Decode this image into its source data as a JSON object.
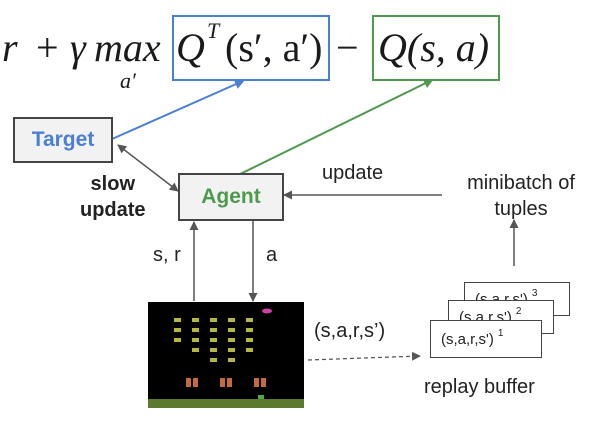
{
  "equation": {
    "reward": "r",
    "plus": "+",
    "gamma": "γ",
    "max": "max",
    "max_sub": "a′",
    "target_q": "Q",
    "target_q_sup": "T",
    "target_q_args": "(s′, a′)",
    "minus": "−",
    "agent_q": "Q(s, a)",
    "target_box_color": "#4a7fd6",
    "agent_box_color": "#4d9a4d"
  },
  "nodes": {
    "target": {
      "label": "Target",
      "color": "#4a7fd6"
    },
    "agent": {
      "label": "Agent",
      "color": "#4d9a4d"
    }
  },
  "labels": {
    "slow_update_line1": "slow",
    "slow_update_line2": "update",
    "update": "update",
    "minibatch_line1": "minibatch of",
    "minibatch_line2": "tuples",
    "state_reward": "s, r",
    "action": "a",
    "transition": "(s,a,r,s’)",
    "replay_buffer": "replay buffer"
  },
  "replay_buffer": {
    "tuples": [
      {
        "text": "(s,a,r,s')",
        "index": "3"
      },
      {
        "text": "(s,a,r,s')",
        "index": "2"
      },
      {
        "text": "(s,a,r,s')",
        "index": "1"
      }
    ]
  },
  "environment": {
    "icon": "atari-space-invaders-game-icon"
  }
}
